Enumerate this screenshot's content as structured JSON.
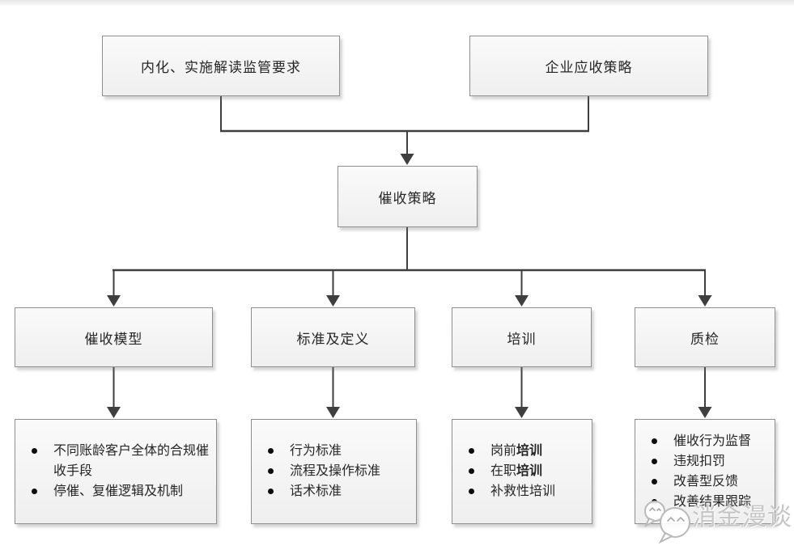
{
  "colors": {
    "line": "#3f3f3f",
    "box-fill-top": "#fafafa",
    "box-fill-bottom": "#efefef",
    "box-border": "#8f8f8f",
    "text": "#262626",
    "watermark": "#c6c6c6"
  },
  "nodes": {
    "regulatory": {
      "label": "内化、实施解读监管要求"
    },
    "enterprise": {
      "label": "企业应收策略"
    },
    "strategy": {
      "label": "催收策略"
    },
    "model": {
      "label": "催收模型"
    },
    "standards": {
      "label": "标准及定义"
    },
    "training": {
      "label": "培训"
    },
    "qc": {
      "label": "质检"
    }
  },
  "lists": {
    "model": [
      {
        "parts": [
          {
            "text": "不同账龄客户全体的合规催收手段",
            "bold": false
          }
        ]
      },
      {
        "parts": [
          {
            "text": "停催、复催逻辑及机制",
            "bold": false
          }
        ]
      }
    ],
    "standards": [
      {
        "parts": [
          {
            "text": "行为标准",
            "bold": false
          }
        ]
      },
      {
        "parts": [
          {
            "text": "流程及操作标准",
            "bold": false
          }
        ]
      },
      {
        "parts": [
          {
            "text": "话术标准",
            "bold": false
          }
        ]
      }
    ],
    "training": [
      {
        "parts": [
          {
            "text": "岗前",
            "bold": false
          },
          {
            "text": "培训",
            "bold": true
          }
        ]
      },
      {
        "parts": [
          {
            "text": "在职",
            "bold": false
          },
          {
            "text": "培训",
            "bold": true
          }
        ]
      },
      {
        "parts": [
          {
            "text": "补救性培训",
            "bold": false
          }
        ]
      }
    ],
    "qc": [
      {
        "parts": [
          {
            "text": "催收行为监督",
            "bold": false
          }
        ]
      },
      {
        "parts": [
          {
            "text": "违规扣罚",
            "bold": false
          }
        ]
      },
      {
        "parts": [
          {
            "text": "改善型反馈",
            "bold": false
          }
        ]
      },
      {
        "parts": [
          {
            "text": "改善结果跟踪",
            "bold": false
          }
        ]
      }
    ]
  },
  "watermark": {
    "text": "消金漫谈",
    "icon": "wechat-icon"
  }
}
